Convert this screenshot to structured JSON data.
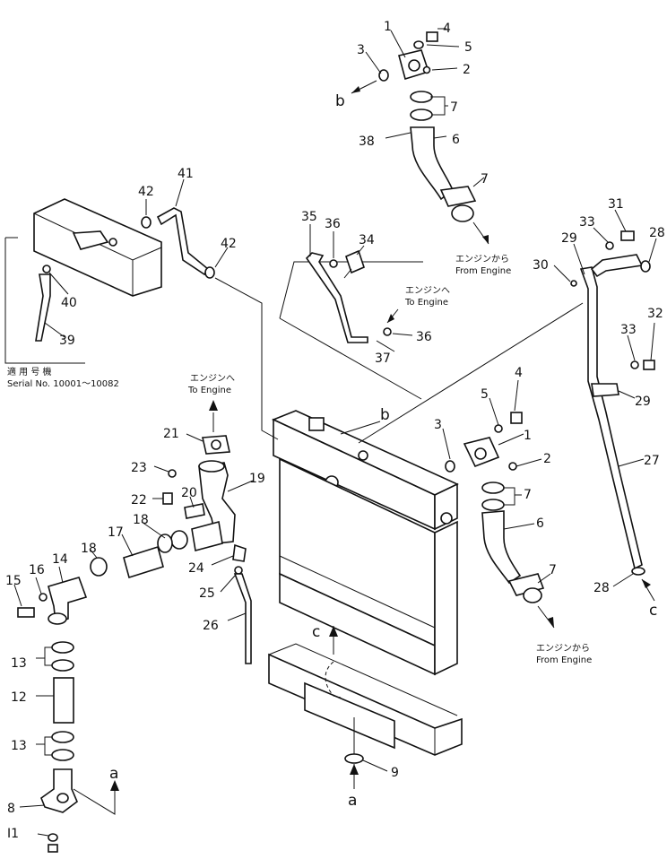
{
  "callouts": {
    "n1a": "1",
    "n4a": "4",
    "n5a": "5",
    "n3a": "3",
    "n2a": "2",
    "n7a": "7",
    "n38": "38",
    "n6a": "6",
    "n7b": "7",
    "n41": "41",
    "n42a": "42",
    "n42b": "42",
    "n40": "40",
    "n39": "39",
    "n35": "35",
    "n36a": "36",
    "n34": "34",
    "n36b": "36",
    "n37": "37",
    "n31": "31",
    "n33a": "33",
    "n28a": "28",
    "n29a": "29",
    "n30": "30",
    "n33b": "33",
    "n32": "32",
    "n29b": "29",
    "n27": "27",
    "n28b": "28",
    "n4b": "4",
    "n5b": "5",
    "n3b": "3",
    "n1b": "1",
    "n2b": "2",
    "n7c": "7",
    "n6b": "6",
    "n7d": "7",
    "n21": "21",
    "n23": "23",
    "n19": "19",
    "n22": "22",
    "n20": "20",
    "n18a": "18",
    "n17": "17",
    "n18b": "18",
    "n15": "15",
    "n16": "16",
    "n14": "14",
    "n24": "24",
    "n25": "25",
    "n26": "26",
    "n13a": "13",
    "n12": "12",
    "n13b": "13",
    "n8": "8",
    "n11": "I1",
    "n9": "9"
  },
  "refs": {
    "b_top": "b",
    "b_radiator": "b",
    "c_radiator": "c",
    "c_right": "c",
    "a_left": "a",
    "a_bottom": "a"
  },
  "notes": {
    "from_engine_jp": "エンジンから",
    "from_engine_en": "From Engine",
    "to_engine_jp": "エンジンへ",
    "to_engine_en": "To Engine",
    "to_engine2_jp": "エンジンへ",
    "to_engine2_en": "To Engine",
    "from_engine2_jp": "エンジンから",
    "from_engine2_en": "From Engine",
    "serial_jp": "適 用 号 機",
    "serial_en": "Serial No. 10001～10082"
  }
}
